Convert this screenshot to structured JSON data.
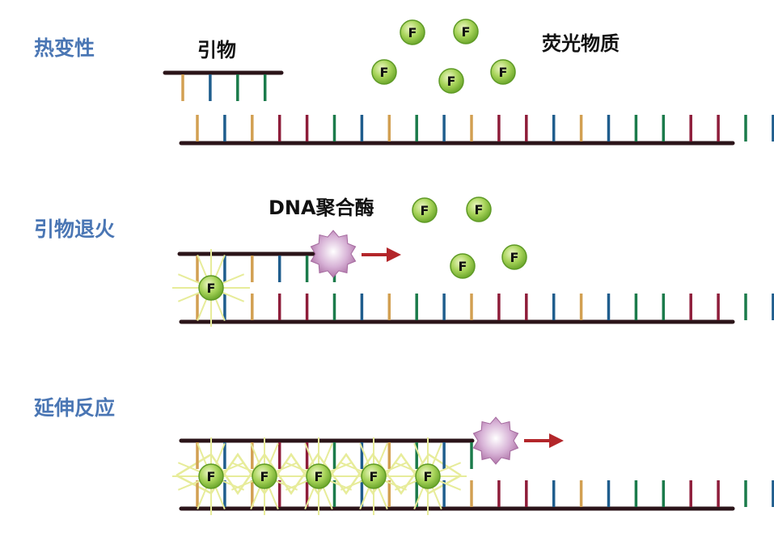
{
  "colors": {
    "backbone": "#2b1419",
    "step_label": "#4a76b4",
    "base_orange": "#d2a052",
    "base_blue": "#1f5d8d",
    "base_green": "#1b7b4b",
    "base_red": "#8e1d3a",
    "fluor_green": "#8cc63f",
    "glow": "#e7ec9a",
    "polymerase": "#b27fb0",
    "arrow": "#b3262a"
  },
  "steps": [
    {
      "label": "热变性",
      "callouts": [
        "引物",
        "荧光物质"
      ]
    },
    {
      "label": "引物退火",
      "callouts": [
        "DNA聚合酶"
      ]
    },
    {
      "label": "延伸反应",
      "callouts": []
    }
  ],
  "fluor_letter": "F",
  "icons": {
    "fluorophore": "fluorophore-icon",
    "polymerase": "polymerase-icon",
    "arrow": "arrow-right-icon"
  }
}
